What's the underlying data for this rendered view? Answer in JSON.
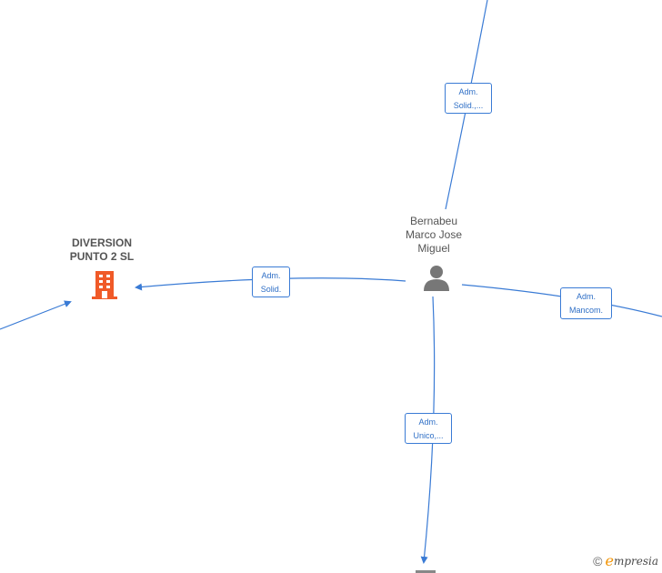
{
  "nodes": {
    "company": {
      "line1": "DIVERSION",
      "line2": "PUNTO 2  SL",
      "color": "#f05a28"
    },
    "person": {
      "line1": "Bernabeu",
      "line2": "Marco Jose",
      "line3": "Miguel",
      "color": "#777777"
    }
  },
  "edges": {
    "top": {
      "line1": "Adm.",
      "line2": "Solid.,..."
    },
    "left": {
      "line1": "Adm.",
      "line2": "Solid."
    },
    "right": {
      "line1": "Adm.",
      "line2": "Mancom."
    },
    "bottom": {
      "line1": "Adm.",
      "line2": "Unico,..."
    }
  },
  "watermark": {
    "copyright": "©",
    "brand_e": "e",
    "brand_rest": "mpresia"
  },
  "colors": {
    "edge": "#3a7bd5",
    "company_icon": "#f05a28",
    "person_icon": "#777777"
  }
}
